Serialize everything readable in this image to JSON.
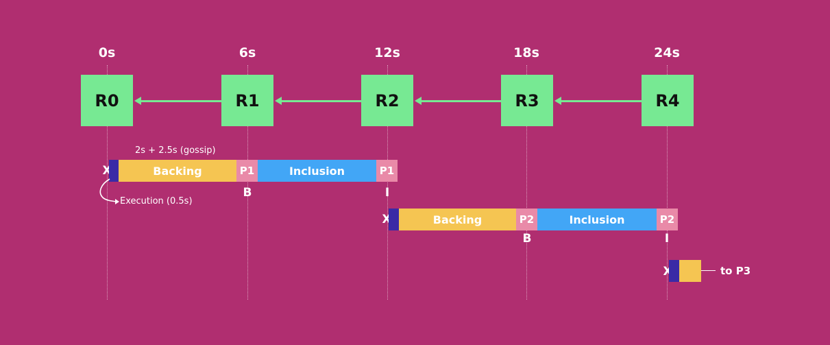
{
  "times": [
    "0s",
    "6s",
    "12s",
    "18s",
    "24s"
  ],
  "relays": [
    "R0",
    "R1",
    "R2",
    "R3",
    "R4"
  ],
  "row1": {
    "gossip_label": "2s + 2.5s (gossip)",
    "x_label": "X",
    "backing": "Backing",
    "p_backed": "P1",
    "inclusion": "Inclusion",
    "p_included": "P1",
    "b_mark": "B",
    "i_mark": "I",
    "execution_label": "Execution (0.5s)"
  },
  "row2": {
    "x_label": "X",
    "backing": "Backing",
    "p_backed": "P2",
    "inclusion": "Inclusion",
    "p_included": "P2",
    "b_mark": "B",
    "i_mark": "I"
  },
  "row3": {
    "x_label": "X",
    "to_label": "to P3"
  },
  "colors": {
    "background": "#b02e70",
    "relay": "#77e993",
    "execution": "#3a2aa6",
    "backing": "#f5c552",
    "para_box": "#e98aa8",
    "inclusion": "#42a6f6"
  }
}
